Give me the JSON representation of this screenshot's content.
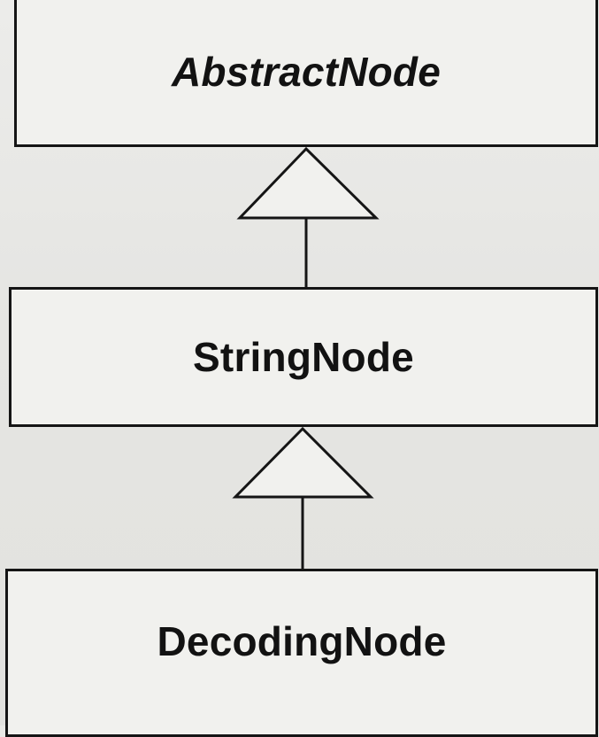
{
  "diagram": {
    "classes": [
      {
        "name": "AbstractNode",
        "abstract": true
      },
      {
        "name": "StringNode",
        "abstract": false
      },
      {
        "name": "DecodingNode",
        "abstract": false
      }
    ],
    "relations": [
      {
        "type": "generalization",
        "from": "StringNode",
        "to": "AbstractNode"
      },
      {
        "type": "generalization",
        "from": "DecodingNode",
        "to": "StringNode"
      }
    ]
  }
}
